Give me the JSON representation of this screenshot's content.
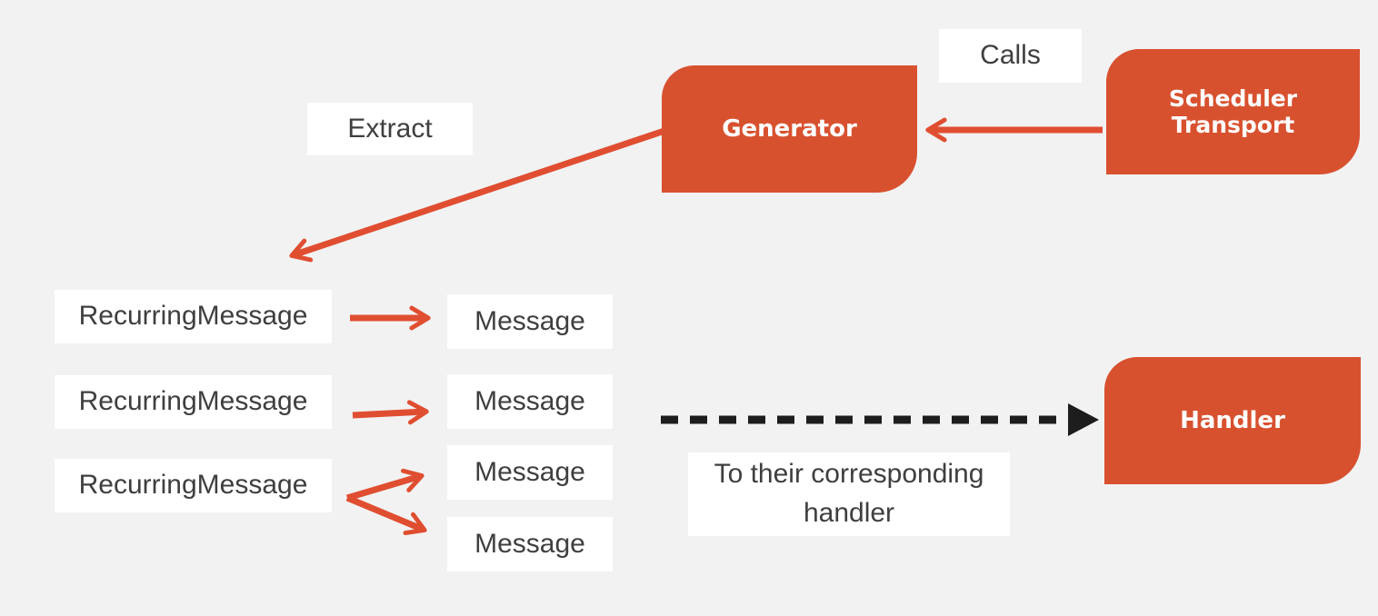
{
  "diagram": {
    "background": "#f2f2f2",
    "colors": {
      "node_fill": "#d8512f",
      "node_text": "#ffffff",
      "label_bg": "#ffffff",
      "label_text": "#3f3f3f",
      "arrow_orange": "#e04e31",
      "arrow_black": "#1d1d1d"
    },
    "nodes": {
      "generator": "Generator",
      "scheduler_transport": "Scheduler Transport",
      "handler": "Handler"
    },
    "edge_labels": {
      "calls": "Calls",
      "extract": "Extract",
      "to_handler": "To their corresponding handler"
    },
    "recurring_messages": [
      "RecurringMessage",
      "RecurringMessage",
      "RecurringMessage"
    ],
    "messages": [
      "Message",
      "Message",
      "Message",
      "Message"
    ],
    "edges": [
      {
        "from": "Scheduler Transport",
        "to": "Generator",
        "label": "Calls",
        "style": "solid-orange"
      },
      {
        "from": "Generator",
        "to": "RecurringMessages",
        "label": "Extract",
        "style": "solid-orange"
      },
      {
        "from": "RecurringMessage 1",
        "to": "Message 1",
        "style": "solid-orange"
      },
      {
        "from": "RecurringMessage 2",
        "to": "Message 2",
        "style": "solid-orange"
      },
      {
        "from": "RecurringMessage 3",
        "to": "Message 3",
        "style": "solid-orange"
      },
      {
        "from": "RecurringMessage 3",
        "to": "Message 4",
        "style": "solid-orange"
      },
      {
        "from": "Messages",
        "to": "Handler",
        "label": "To their corresponding handler",
        "style": "dashed-black"
      }
    ]
  }
}
